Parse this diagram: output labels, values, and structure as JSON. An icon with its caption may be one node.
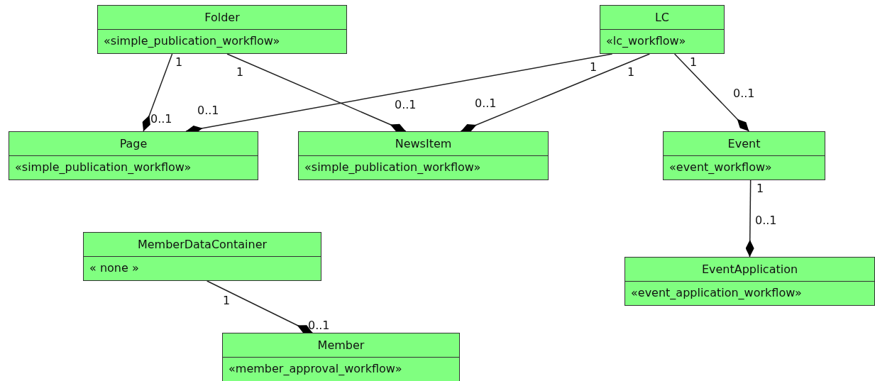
{
  "diagram": {
    "nodes": [
      {
        "text": [
          "Folder",
          "«simple_publication_workflow»"
        ]
      },
      {
        "text": [
          "LC",
          "«lc_workflow»"
        ]
      },
      {
        "text": [
          "Page",
          "«simple_publication_workflow»"
        ]
      },
      {
        "text": [
          "NewsItem",
          "«simple_publication_workflow»"
        ]
      },
      {
        "text": [
          "Event",
          "«event_workflow»"
        ]
      },
      {
        "text": [
          "MemberDataContainer",
          "« none »"
        ]
      },
      {
        "text": [
          "EventApplication",
          "«event_application_workflow»"
        ]
      },
      {
        "text": [
          "Member",
          "«member_approval_workflow»"
        ]
      }
    ],
    "edges": [
      {
        "from": 0,
        "to": 2,
        "arrow": "other"
      },
      {
        "from": 0,
        "to": 3,
        "arrow": "other"
      },
      {
        "from": 1,
        "to": 2,
        "arrow": "other"
      },
      {
        "from": 1,
        "to": 3,
        "arrow": "other"
      },
      {
        "from": 1,
        "to": 4,
        "arrow": "other"
      },
      {
        "from": 4,
        "to": 6,
        "arrow": "other"
      },
      {
        "from": 5,
        "to": 7,
        "arrow": "other"
      }
    ],
    "labels": [
      "1",
      "1",
      "1",
      "1",
      "1",
      "0..1",
      "0..1",
      "0..1",
      "0..1",
      "0..1",
      "1",
      "0..1",
      "1",
      "0..1"
    ]
  }
}
